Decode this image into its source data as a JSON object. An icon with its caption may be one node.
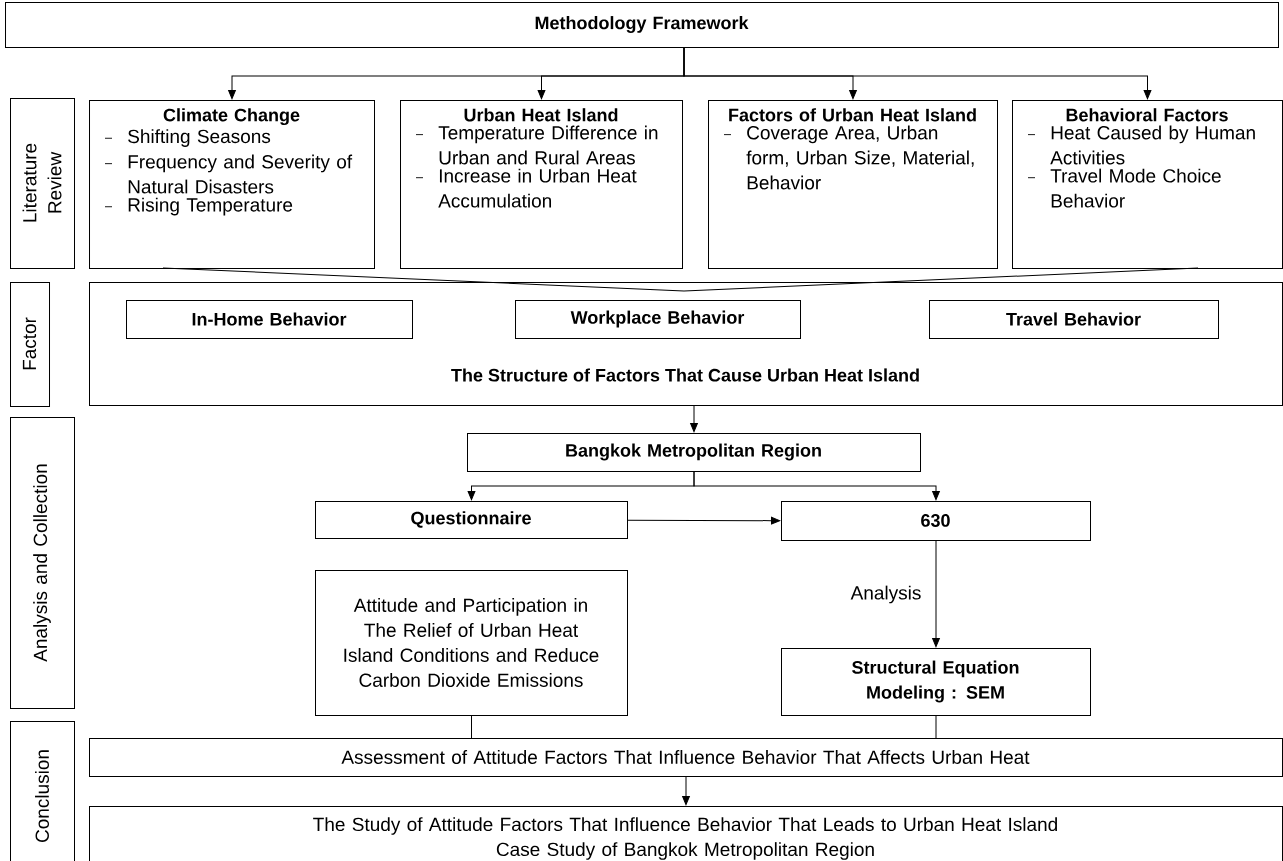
{
  "diagram": {
    "nodes": [
      {
        "text": [
          "Methodology Framework"
        ]
      },
      {
        "text": [
          "Literature Review"
        ]
      },
      {
        "text": [
          "Climate Change",
          "Shifting Seasons",
          "Frequency and Severity of Natural Disasters",
          "Rising Temperature"
        ]
      },
      {
        "text": [
          "Urban Heat Island",
          "Temperature Difference in Urban and Rural Areas",
          "Increase in Urban Heat Accumulation"
        ]
      },
      {
        "text": [
          "Factors of Urban Heat Island",
          "Coverage Area, Urban form, Urban Size, Material, Behavior"
        ]
      },
      {
        "text": [
          "Behavioral Factors",
          "Heat Caused by Human Activities",
          "Travel Mode Choice Behavior"
        ]
      },
      {
        "text": [
          "Factor"
        ]
      },
      {
        "text": [
          "The Structure of Factors That Cause Urban Heat Island"
        ]
      },
      {
        "text": [
          "In-Home Behavior"
        ],
        "in": 7
      },
      {
        "text": [
          "Workplace Behavior"
        ],
        "in": 7
      },
      {
        "text": [
          "Travel Behavior"
        ],
        "in": 7
      },
      {
        "text": [
          "Analysis and Collection"
        ]
      },
      {
        "text": [
          "Bangkok Metropolitan Region"
        ]
      },
      {
        "text": [
          "Questionnaire"
        ]
      },
      {
        "text": [
          "630"
        ]
      },
      {
        "text": [
          "Attitude and Participation in The Relief of Urban Heat Island Conditions and Reduce Carbon Dioxide Emissions"
        ]
      },
      {
        "text": [
          "Structural Equation Modeling : SEM"
        ]
      },
      {
        "text": [
          "Conclusion"
        ]
      },
      {
        "text": [
          "Assessment of Attitude Factors That Influence Behavior That Affects Urban  Heat"
        ]
      },
      {
        "text": [
          "The Study of Attitude Factors That Influence Behavior That Leads to Urban Heat Island",
          "Case Study of Bangkok Metropolitan Region"
        ]
      }
    ],
    "edges": [
      {
        "from": 0,
        "to": 2,
        "arrow": "to"
      },
      {
        "from": 0,
        "to": 3,
        "arrow": "to"
      },
      {
        "from": 0,
        "to": 4,
        "arrow": "to"
      },
      {
        "from": 0,
        "to": 5,
        "arrow": "to"
      },
      {
        "from": 2,
        "to": 7,
        "arrow": "none"
      },
      {
        "from": 5,
        "to": 7,
        "arrow": "none"
      },
      {
        "from": 7,
        "to": 12,
        "arrow": "to"
      },
      {
        "from": 12,
        "to": 13,
        "arrow": "to"
      },
      {
        "from": 12,
        "to": 14,
        "arrow": "to"
      },
      {
        "from": 13,
        "to": 14,
        "arrow": "to"
      },
      {
        "from": 14,
        "to": 16,
        "arrow": "to",
        "label": "Analysis"
      },
      {
        "from": 15,
        "to": 18,
        "arrow": "none"
      },
      {
        "from": 16,
        "to": 18,
        "arrow": "none"
      },
      {
        "from": 18,
        "to": 19,
        "arrow": "to"
      }
    ]
  }
}
